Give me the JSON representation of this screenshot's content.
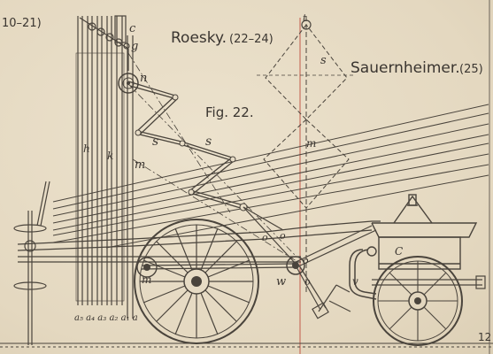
{
  "header": {
    "left_ref": "10–21)",
    "roesky": "Roesky.",
    "roesky_ref": "(22–24)",
    "sauernheimer": "Sauernheimer.",
    "sauernheimer_ref": "(25)",
    "figure": "Fig. 22."
  },
  "labels": {
    "c1": "c",
    "g": "g",
    "n": "n",
    "s1": "s",
    "s2": "s",
    "s3": "s",
    "t": "t",
    "h": "h",
    "k": "k",
    "m1": "m",
    "m2": "m",
    "m3": "m",
    "o1": "o",
    "o2": "o",
    "o3": "o",
    "o4": "o",
    "v": "v",
    "w": "w",
    "C": "C",
    "bottom_letters": "a₅ a₄ a₃ a₂ a₁ a",
    "page_edge": "12"
  },
  "colors": {
    "paper": "#e7dcc6",
    "ink": "#4a443c",
    "red_line": "#c25a4a"
  }
}
